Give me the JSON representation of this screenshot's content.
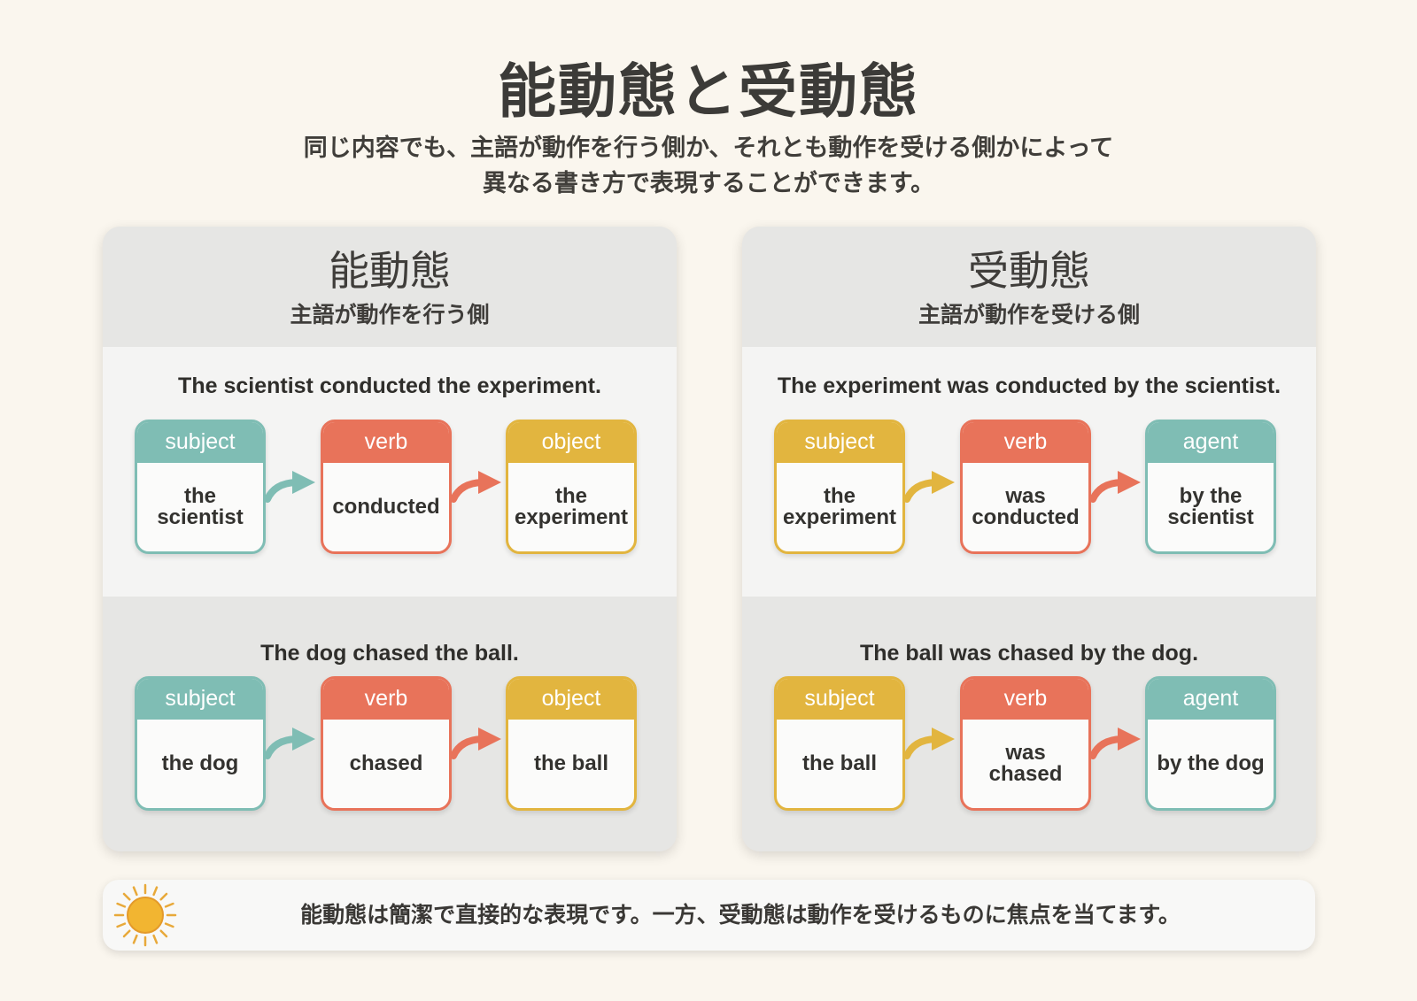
{
  "title": "能動態と受動態",
  "subtitle": {
    "line1": "同じ内容でも、主語が動作を行う側か、それとも動作を受ける側かによって",
    "line2": "異なる書き方で表現することができます。"
  },
  "colors": {
    "teal": "#7fbdb4",
    "coral": "#e8735a",
    "gold": "#e2b53f"
  },
  "panels": [
    {
      "title": "能動態",
      "subtitle": "主語が動作を行う側",
      "examples": [
        {
          "sentence": "The scientist conducted the experiment.",
          "cards": [
            {
              "role": "subject",
              "color": "teal",
              "lines": [
                "the",
                "scientist"
              ]
            },
            {
              "role": "verb",
              "color": "coral",
              "lines": [
                "conducted"
              ]
            },
            {
              "role": "object",
              "color": "gold",
              "lines": [
                "the",
                "experiment"
              ]
            }
          ],
          "arrows": [
            "teal",
            "coral"
          ]
        },
        {
          "sentence": "The dog chased the ball.",
          "cards": [
            {
              "role": "subject",
              "color": "teal",
              "lines": [
                "the dog"
              ]
            },
            {
              "role": "verb",
              "color": "coral",
              "lines": [
                "chased"
              ]
            },
            {
              "role": "object",
              "color": "gold",
              "lines": [
                "the ball"
              ]
            }
          ],
          "arrows": [
            "teal",
            "coral"
          ]
        }
      ]
    },
    {
      "title": "受動態",
      "subtitle": "主語が動作を受ける側",
      "examples": [
        {
          "sentence": "The experiment was conducted by the scientist.",
          "cards": [
            {
              "role": "subject",
              "color": "gold",
              "lines": [
                "the",
                "experiment"
              ]
            },
            {
              "role": "verb",
              "color": "coral",
              "lines": [
                "was",
                "conducted"
              ]
            },
            {
              "role": "agent",
              "color": "teal",
              "lines": [
                "by the",
                "scientist"
              ]
            }
          ],
          "arrows": [
            "gold",
            "coral"
          ]
        },
        {
          "sentence": "The ball was chased by the dog.",
          "cards": [
            {
              "role": "subject",
              "color": "gold",
              "lines": [
                "the ball"
              ]
            },
            {
              "role": "verb",
              "color": "coral",
              "lines": [
                "was",
                "chased"
              ]
            },
            {
              "role": "agent",
              "color": "teal",
              "lines": [
                "by the dog"
              ]
            }
          ],
          "arrows": [
            "gold",
            "coral"
          ]
        }
      ]
    }
  ],
  "note": {
    "icon": "sun-icon",
    "text": "能動態は簡潔で直接的な表現です。一方、受動態は動作を受けるものに焦点を当てます。"
  }
}
